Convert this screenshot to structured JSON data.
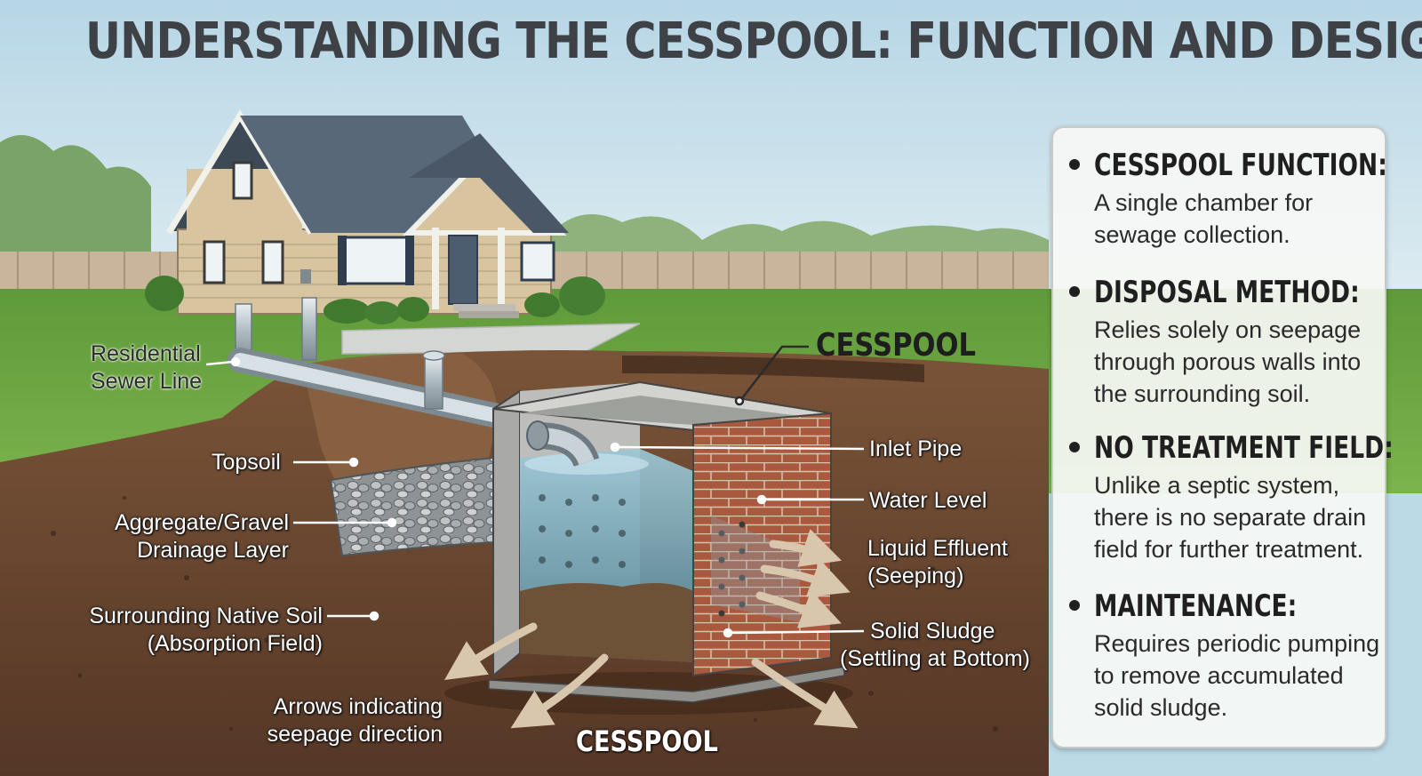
{
  "title": "UNDERSTANDING THE CESSPOOL: FUNCTION AND DESIGN",
  "labels": {
    "cesspool_top": "CESSPOOL",
    "cesspool_bottom": "CESSPOOL",
    "residential_sewer_line": [
      "Residential",
      "Sewer Line"
    ],
    "topsoil": "Topsoil",
    "aggregate": [
      "Aggregate/Gravel",
      "Drainage Layer"
    ],
    "native_soil": [
      "Surrounding Native Soil",
      "(Absorption Field)"
    ],
    "arrows_note": [
      "Arrows indicating",
      "seepage direction"
    ],
    "inlet_pipe": "Inlet Pipe",
    "water_level": "Water Level",
    "liquid_effluent": [
      "Liquid Effluent",
      "(Seeping)"
    ],
    "solid_sludge": [
      "Solid Sludge",
      "(Settling at Bottom)"
    ]
  },
  "info": [
    {
      "heading": "CESSPOOL FUNCTION:",
      "body": [
        "A single chamber for",
        "sewage collection."
      ]
    },
    {
      "heading": "DISPOSAL METHOD:",
      "body": [
        "Relies solely on seepage",
        "through porous walls into",
        "the surrounding soil."
      ]
    },
    {
      "heading": "NO TREATMENT FIELD:",
      "body": [
        "Unlike a septic system,",
        "there is no separate drain",
        "field for further treatment."
      ]
    },
    {
      "heading": "MAINTENANCE:",
      "body": [
        "Requires periodic pumping",
        "to remove accumulated",
        "solid sludge."
      ]
    }
  ],
  "colors": {
    "sky": "#cfe5ee",
    "grass": "#6ea544",
    "soil": "#6b4a32",
    "brick": "#a85a3f",
    "water": "#7fb3c9",
    "title": "#3e4145"
  }
}
